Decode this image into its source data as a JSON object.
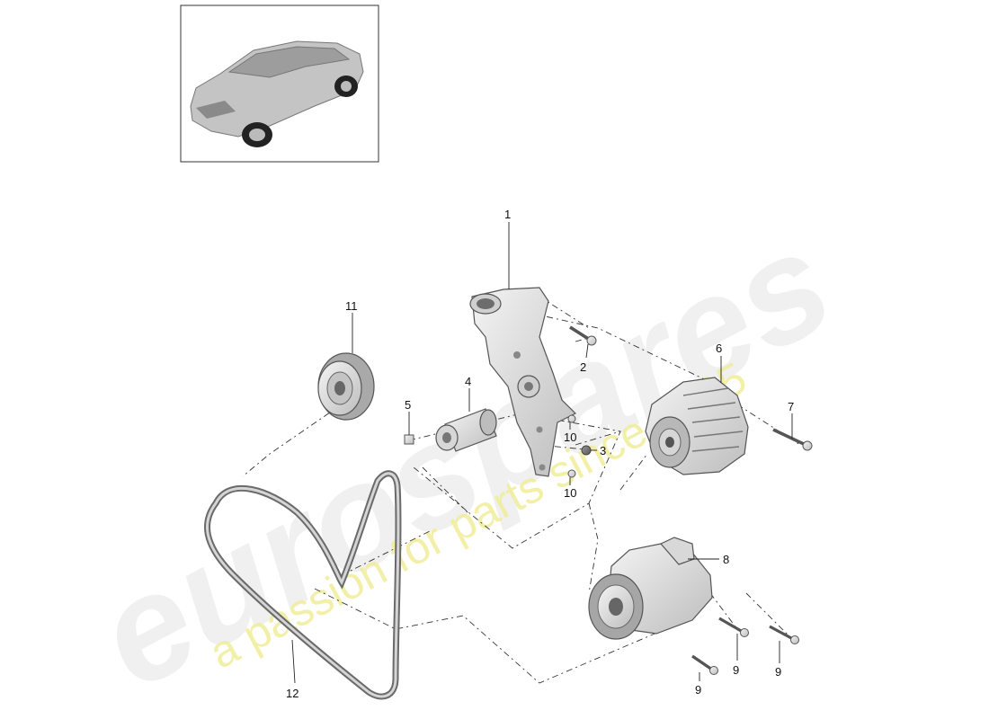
{
  "watermark": {
    "brand": "eurospares",
    "tagline": "a passion for parts since 1985"
  },
  "callouts": [
    {
      "id": "1",
      "label": "1"
    },
    {
      "id": "2",
      "label": "2"
    },
    {
      "id": "3",
      "label": "3"
    },
    {
      "id": "4",
      "label": "4"
    },
    {
      "id": "5",
      "label": "5"
    },
    {
      "id": "6",
      "label": "6"
    },
    {
      "id": "7",
      "label": "7"
    },
    {
      "id": "8",
      "label": "8"
    },
    {
      "id": "9a",
      "label": "9"
    },
    {
      "id": "9b",
      "label": "9"
    },
    {
      "id": "9c",
      "label": "9"
    },
    {
      "id": "10a",
      "label": "10"
    },
    {
      "id": "10b",
      "label": "10"
    },
    {
      "id": "11",
      "label": "11"
    },
    {
      "id": "12",
      "label": "12"
    }
  ],
  "colors": {
    "part_fill": "#e6e6e6",
    "part_stroke": "#555555",
    "watermark_gray": "#d9d9d9",
    "watermark_yellow": "#f0ee9a"
  }
}
